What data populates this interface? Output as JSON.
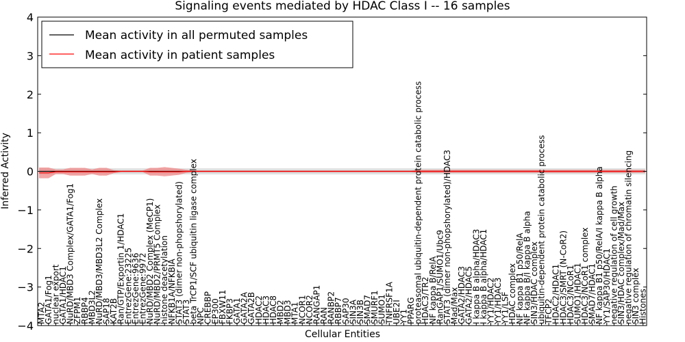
{
  "chart_data": {
    "type": "line",
    "title": "Signaling events mediated by HDAC Class I -- 16 samples",
    "xlabel": "Cellular Entities",
    "ylabel": "Inferred Activity",
    "ylim": [
      -4,
      4
    ],
    "yticks": [
      -4,
      -3,
      -2,
      -1,
      0,
      1,
      2,
      3,
      4
    ],
    "ytick_labels": [
      "−4",
      "−3",
      "−2",
      "−1",
      "0",
      "1",
      "2",
      "3",
      "4"
    ],
    "grid": false,
    "legend_position": "top-left",
    "categories": [
      "MTA2",
      "GATA1/Fog1",
      "nuclear export",
      "GATA1/HDAC1",
      "NuRD/MBD3 Complex/GATA1/Fog1",
      "ZFPM1",
      "RBBP4",
      "MBD3L2",
      "NuRD/MBD3/MBD3L2 Complex",
      "SAP18",
      "KAT2B",
      "Ran/GTP/Exportin 1/HDAC1",
      "EntrezGene:23225",
      "EntrezGene:9636",
      "EntrezGene:9972",
      "NuRD/MBD2 Complex (MeCP1)",
      "NuRD/MBD2/PRMT5 Complex",
      "histone deacetylation",
      "NFKB1A/NFKBIA",
      "STAT3 (dimer non-phopshorylated)",
      "STAT3",
      "beta TrCP1/SCF ubiquitin ligase complex",
      "NPC",
      "CREBBP",
      "EP300",
      "FBXW11",
      "FKBP3",
      "GATA1",
      "GATA2A",
      "GATA2B",
      "HDAC2",
      "HDAC3",
      "HDAC8",
      "MBD2",
      "MBD3",
      "MTA1",
      "NCOR1",
      "NCOR2",
      "RANGAP1",
      "RAN",
      "RANBP2",
      "RBBP7",
      "SAP30",
      "SIN3A",
      "SIN3B",
      "SMAD7",
      "SMURF1",
      "SUMO1",
      "TNFRSF1A",
      "UBE2I",
      "YY1",
      "PPARG",
      "proteasomal ubiquitin-dependent protein catabolic process",
      "HDAC3/TR2",
      "NF kappa B/RelA",
      "RanGAP1/SUMO1/Ubc9",
      "STAT3 (dimer non-phopshorylated)/HDAC3",
      "Mad/Max",
      "GATA2/HDAC3",
      "GATA2/HDAC5",
      "I kappa B alpha/HDAC3",
      "I kappa B alpha/HDAC1",
      "YY1/HDAC2",
      "YY1/HDAC3",
      "YY1/LSF",
      "HDAC complex",
      "NF kappa B1 p50/RelA",
      "NF kappa B/I kappa B alpha",
      "SIN3/HDAC complex",
      "ubiquitin-dependent protein catabolic process",
      "TFCP2",
      "HDAC2/HDAC1",
      "HDAC3/SMRT (N-CoR2)",
      "HDAC3/NCoR1",
      "SUMO1/HDAC1",
      "HDAC3/NCoR1 complex",
      "SMAD7/HDAC1",
      "NF kappa B1 p50/RelA/I kappa B alpha",
      "YY1/SAP30/HDAC1",
      "negative regulation of cell growth",
      "SIN3/HDAC complex/Mad/Max",
      "negative regulation of chromatin silencing",
      "SIN3 complex",
      "Histones"
    ],
    "visible_tick_labels": [
      "MTA2",
      "GATA1/Fog1",
      "nuclear export",
      "GATA1/HDAC1",
      "NuRD/MBD3 Complex/GATA1/Fog1",
      "ZFPM1",
      "RBBP4",
      "MBD3L2",
      "NuRD/MBD3/MBD3L2 Complex",
      "SAP18",
      "KAT2B",
      "Ran/GTP/Exportin 1/HDAC1",
      "EntrezGene:23225",
      "EntrezGene:9636",
      "EntrezGene:9972",
      "NuRD/MBD2 Complex (MeCP1)",
      "NuRD/MBD2/PRMT5 Complex",
      "histone deacetylation",
      "NFKB1A/NFKBIA",
      "STAT3 (dimer non-phopshorylated)",
      "STAT3",
      "beta TrCP1/SCF ubiquitin ligase complex",
      "NPC",
      "CREBBP",
      "EP300",
      "FBXW11",
      "FKBP3",
      "GATA1",
      "GATA2A",
      "GATA2B",
      "HDAC2",
      "HDAC3",
      "HDAC8",
      "MBD2",
      "MBD3",
      "MTA1",
      "NCOR1",
      "NCOR2",
      "RANGAP1",
      "RAN",
      "RANBP2",
      "RBBP7",
      "SAP30",
      "SIN3A",
      "SIN3B",
      "SMAD7",
      "SMURF1",
      "SUMO1",
      "TNFRSF1A",
      "UBE2I",
      "YY1",
      "PPARG",
      "proteasomal ubiquitin-dependent protein catabolic process",
      "HDAC3/TR2",
      "NF kappa B/RelA",
      "RanGAP1/SUMO1/Ubc9",
      "STAT3 (dimer non-phopshorylated)/HDAC3",
      "Mad/Max",
      "GATA2/HDAC3",
      "GATA2/HDAC5",
      "I kappa B alpha/HDAC3",
      "I kappa B alpha/HDAC1",
      "YY1/HDAC2",
      "YY1/HDAC3",
      "YY1/LSF",
      "HDAC complex",
      "NF kappa B1 p50/RelA",
      "NF kappa B/I kappa B alpha",
      "SIN3/HDAC complex",
      "ubiquitin-dependent protein catabolic process",
      "TFCP2",
      "HDAC2/HDAC1",
      "HDAC3/SMRT (N-CoR2)",
      "HDAC3/NCoR1",
      "SUMO1/HDAC1",
      "HDAC3/NCoR1 complex",
      "SMAD7/HDAC1",
      "NF kappa B1 p50/RelA/I kappa B alpha",
      "YY1/SAP30/HDAC1",
      "negative regulation of cell growth",
      "SIN3/HDAC complex/Mad/Max",
      "negative regulation of chromatin silencing",
      "SIN3 complex",
      "Histones"
    ],
    "series": [
      {
        "name": "Mean activity in all permuted samples",
        "color": "#000000",
        "values": [
          0,
          0,
          0,
          0,
          0,
          0,
          0,
          0,
          0,
          0,
          0,
          0,
          0,
          0,
          0,
          0,
          0,
          0,
          0,
          0,
          0,
          0,
          0,
          0,
          0,
          0,
          0,
          0,
          0,
          0,
          0,
          0,
          0,
          0,
          0,
          0,
          0,
          0,
          0,
          0,
          0,
          0,
          0,
          0,
          0,
          0,
          0,
          0,
          0,
          0,
          0,
          0,
          0,
          0,
          0,
          0,
          0,
          0,
          0,
          0,
          0,
          0,
          0,
          0,
          0,
          0,
          0,
          0,
          0,
          0,
          0,
          0,
          0,
          0,
          0,
          0,
          0,
          0,
          0,
          0,
          0,
          0,
          0,
          0
        ],
        "band": 0.08,
        "band_color": "#c8c8c8"
      },
      {
        "name": "Mean activity in patient samples",
        "color": "#ff0000",
        "values": [
          -0.04,
          -0.04,
          -0.01,
          -0.01,
          -0.01,
          -0.01,
          -0.01,
          -0.01,
          -0.01,
          -0.01,
          -0.01,
          0,
          0,
          0,
          0,
          -0.01,
          -0.01,
          -0.01,
          -0.01,
          -0.01,
          0,
          0,
          0,
          0,
          0,
          0,
          0,
          0,
          0,
          0,
          0,
          0,
          0,
          0,
          0,
          0,
          0,
          0,
          0,
          0,
          0,
          0,
          0,
          0,
          0,
          0,
          0,
          0,
          0,
          0,
          0,
          0,
          0,
          0,
          0,
          0,
          0,
          0,
          0,
          0,
          0,
          0,
          0,
          0,
          0,
          0,
          0,
          0,
          0,
          0,
          0,
          0,
          0,
          0,
          0,
          0,
          0,
          0,
          0,
          0,
          0,
          0,
          0,
          0
        ],
        "band": [
          0.14,
          0.14,
          0.06,
          0.06,
          0.1,
          0.1,
          0.1,
          0.06,
          0.1,
          0.1,
          0.04,
          0.02,
          0.02,
          0.02,
          0.02,
          0.1,
          0.1,
          0.12,
          0.1,
          0.08,
          0.04,
          0.02,
          0.02,
          0.02,
          0.02,
          0.02,
          0.02,
          0.02,
          0.02,
          0.02,
          0.02,
          0.02,
          0.02,
          0.02,
          0.02,
          0.02,
          0.02,
          0.02,
          0.02,
          0.02,
          0.02,
          0.02,
          0.02,
          0.02,
          0.02,
          0.02,
          0.02,
          0.02,
          0.02,
          0.02,
          0.02,
          0.02,
          0.04,
          0.04,
          0.04,
          0.04,
          0.04,
          0.04,
          0.04,
          0.04,
          0.04,
          0.04,
          0.04,
          0.04,
          0.04,
          0.04,
          0.04,
          0.04,
          0.04,
          0.04,
          0.04,
          0.04,
          0.04,
          0.04,
          0.04,
          0.04,
          0.04,
          0.04,
          0.04,
          0.04,
          0.04,
          0.04,
          0.04,
          0.04
        ],
        "band_color": "#f08080"
      }
    ]
  }
}
